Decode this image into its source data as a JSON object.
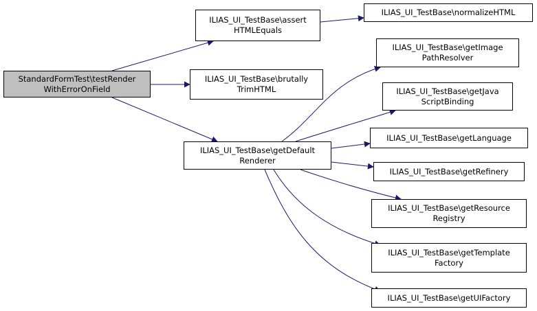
{
  "colors": {
    "edge": "#191970",
    "root_fill": "#bfbfbf",
    "node_fill": "#ffffff",
    "border": "#000000"
  },
  "nodes": {
    "root": {
      "line1": "StandardFormTest\\testRender",
      "line2": "WithErrorOnField"
    },
    "assert": {
      "line1": "ILIAS_UI_TestBase\\assert",
      "line2": "HTMLEquals"
    },
    "normalize": {
      "line1": "ILIAS_UI_TestBase\\normalizeHTML"
    },
    "brutally": {
      "line1": "ILIAS_UI_TestBase\\brutally",
      "line2": "TrimHTML"
    },
    "default_renderer": {
      "line1": "ILIAS_UI_TestBase\\getDefault",
      "line2": "Renderer"
    },
    "image": {
      "line1": "ILIAS_UI_TestBase\\getImage",
      "line2": "PathResolver"
    },
    "java": {
      "line1": "ILIAS_UI_TestBase\\getJava",
      "line2": "ScriptBinding"
    },
    "language": {
      "line1": "ILIAS_UI_TestBase\\getLanguage"
    },
    "refinery": {
      "line1": "ILIAS_UI_TestBase\\getRefinery"
    },
    "resource": {
      "line1": "ILIAS_UI_TestBase\\getResource",
      "line2": "Registry"
    },
    "template": {
      "line1": "ILIAS_UI_TestBase\\getTemplate",
      "line2": "Factory"
    },
    "uifactory": {
      "line1": "ILIAS_UI_TestBase\\getUIFactory"
    }
  }
}
